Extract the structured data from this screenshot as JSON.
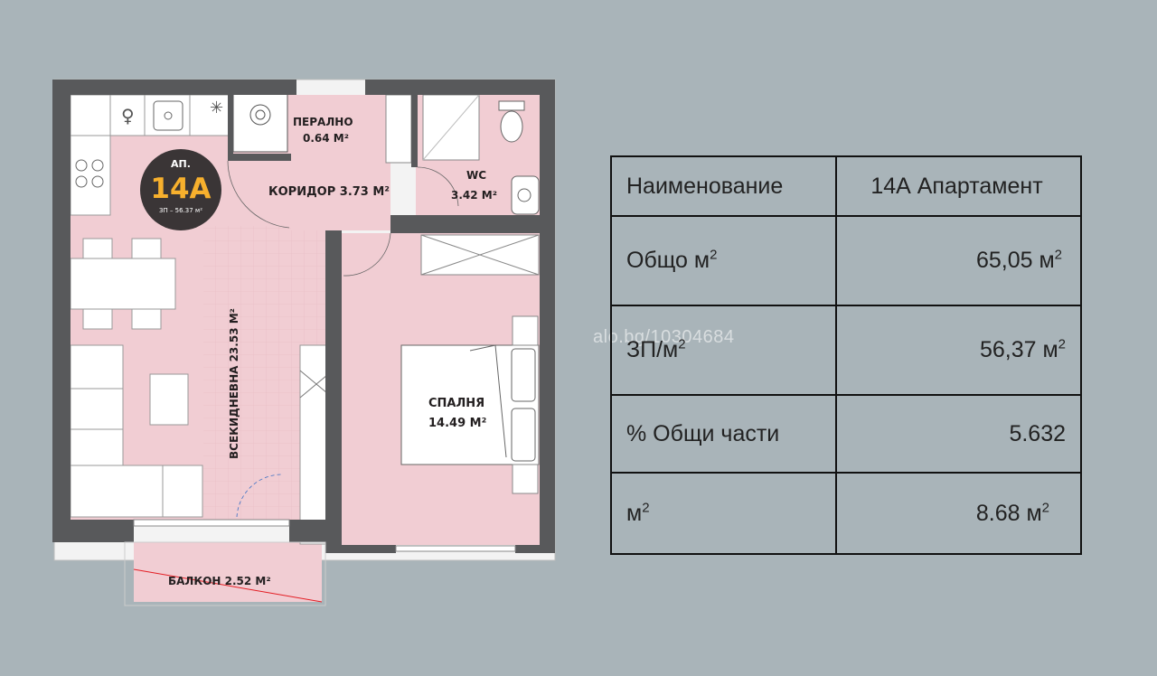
{
  "apartment_badge": {
    "prefix": "АП.",
    "number": "14А",
    "subtitle": "ЗП – 56.37 м²"
  },
  "rooms": {
    "peralno": {
      "name": "ПЕРАЛНО",
      "area": "0.64 М²"
    },
    "koridor": {
      "label": "КОРИДОР 3.73 М²"
    },
    "wc": {
      "name": "WC",
      "area": "3.42 М²"
    },
    "vsekidnevna": {
      "label": "ВСЕКИДНЕВНА 23.53 М²"
    },
    "spalnya": {
      "name": "СПАЛНЯ",
      "area": "14.49 М²"
    },
    "balkon": {
      "label": "БАЛКОН 2.52 М²"
    }
  },
  "watermark": "alo.bg/10304684",
  "colors": {
    "background": "#a9b4b9",
    "wall": "#58595b",
    "room_fill": "#f1cdd3",
    "badge": "#3a3536",
    "badge_text": "#f7b02d"
  },
  "table": {
    "rows": [
      {
        "label": "Наименование",
        "label_sup": "",
        "value": "14А Апартамент",
        "value_sup": ""
      },
      {
        "label": "Общо м",
        "label_sup": "2",
        "value": "65,05 м",
        "value_sup": "2"
      },
      {
        "label": "ЗП/м",
        "label_sup": "2",
        "value": "56,37 м",
        "value_sup": "2"
      },
      {
        "label": "% Общи части",
        "label_sup": "",
        "value": "5.632",
        "value_sup": ""
      },
      {
        "label": "м",
        "label_sup": "2",
        "value": "8.68 м",
        "value_sup": "2"
      }
    ]
  }
}
